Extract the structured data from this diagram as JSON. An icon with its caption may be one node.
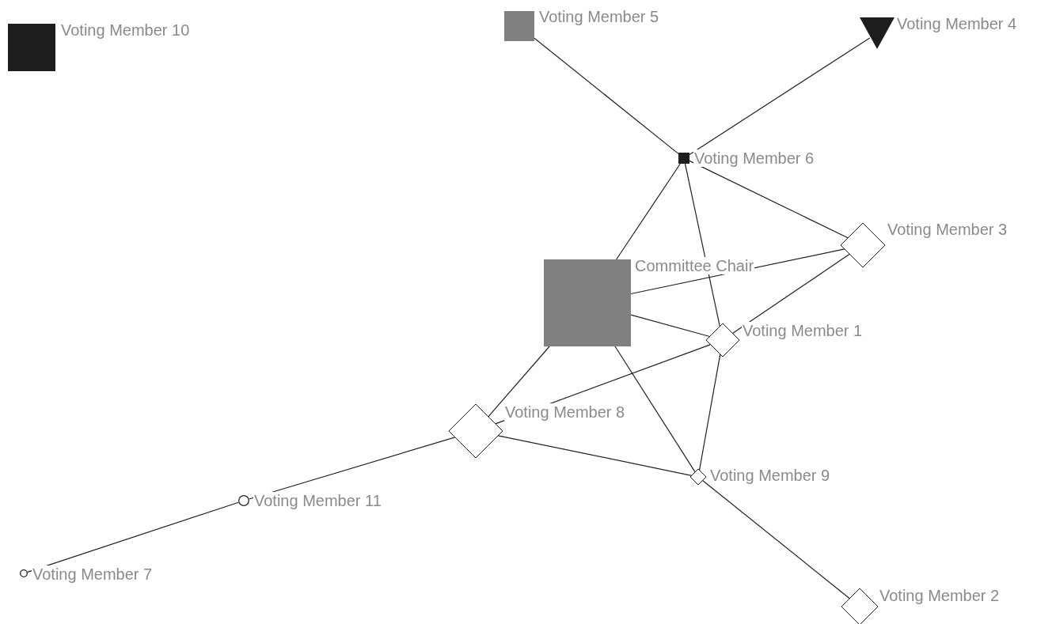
{
  "diagram": {
    "nodes": [
      {
        "text": [],
        "shape": "box",
        "beside": [
          "Voting Member 10"
        ]
      },
      {
        "text": [],
        "shape": "box",
        "beside": [
          "Voting Member 5"
        ]
      },
      {
        "text": [],
        "shape": "triangle",
        "beside": [
          "Voting Member 4"
        ]
      },
      {
        "text": [],
        "shape": "box",
        "beside": [
          "Voting Member 6"
        ]
      },
      {
        "text": [],
        "shape": "diamond",
        "beside": [
          "Voting Member 3"
        ]
      },
      {
        "text": [],
        "shape": "box",
        "beside": [
          "Committee Chair"
        ]
      },
      {
        "text": [],
        "shape": "diamond",
        "beside": [
          "Voting Member 1"
        ]
      },
      {
        "text": [],
        "shape": "diamond",
        "beside": [
          "Voting Member 8"
        ]
      },
      {
        "text": [],
        "shape": "diamond",
        "beside": [
          "Voting Member 9"
        ]
      },
      {
        "text": [],
        "shape": "circle",
        "beside": [
          "Voting Member 11"
        ]
      },
      {
        "text": [],
        "shape": "circle",
        "beside": [
          "Voting Member 7"
        ]
      },
      {
        "text": [],
        "shape": "diamond",
        "beside": [
          "Voting Member 2"
        ]
      }
    ],
    "edges": [
      {
        "from": 1,
        "to": 3,
        "arrow": "none"
      },
      {
        "from": 2,
        "to": 3,
        "arrow": "none"
      },
      {
        "from": 3,
        "to": 5,
        "arrow": "none"
      },
      {
        "from": 3,
        "to": 6,
        "arrow": "none"
      },
      {
        "from": 3,
        "to": 4,
        "arrow": "none"
      },
      {
        "from": 5,
        "to": 4,
        "arrow": "none"
      },
      {
        "from": 4,
        "to": 6,
        "arrow": "none"
      },
      {
        "from": 5,
        "to": 6,
        "arrow": "none"
      },
      {
        "from": 6,
        "to": 7,
        "arrow": "none"
      },
      {
        "from": 5,
        "to": 7,
        "arrow": "none"
      },
      {
        "from": 5,
        "to": 8,
        "arrow": "none"
      },
      {
        "from": 6,
        "to": 8,
        "arrow": "none"
      },
      {
        "from": 7,
        "to": 8,
        "arrow": "none"
      },
      {
        "from": 7,
        "to": 9,
        "arrow": "none"
      },
      {
        "from": 9,
        "to": 10,
        "arrow": "none"
      },
      {
        "from": 8,
        "to": 11,
        "arrow": "none"
      }
    ]
  }
}
